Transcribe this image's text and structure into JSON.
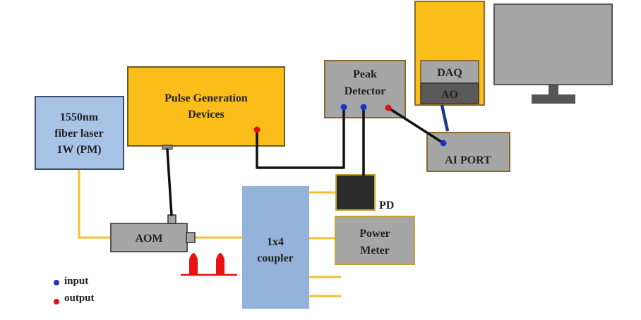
{
  "components": {
    "laser": {
      "line1": "1550nm",
      "line2": "fiber laser",
      "line3": "1W (PM)"
    },
    "pulse_gen": {
      "line1": "Pulse Generation",
      "line2": "Devices"
    },
    "peak_detector": {
      "line1": "Peak",
      "line2": "Detector"
    },
    "daq": {
      "title": "DAQ",
      "ao": "AO"
    },
    "ai_port": {
      "label": "AI PORT"
    },
    "aom": {
      "label": "AOM"
    },
    "coupler": {
      "line1": "1x4",
      "line2": "coupler"
    },
    "pd": {
      "label": "PD"
    },
    "power_meter": {
      "line1": "Power",
      "line2": "Meter"
    }
  },
  "legend": {
    "input": "input",
    "output": "output"
  },
  "colors": {
    "fiber": "#f2c12e",
    "electrical": "#111111",
    "input_port": "#1a35c8",
    "output_port": "#e01010",
    "laser_box": "#a7c4e6",
    "pulse_box": "#fbbd19",
    "device_box": "#a6a6a6",
    "coupler_box": "#94b3da",
    "pulse_signal": "#e81010"
  }
}
